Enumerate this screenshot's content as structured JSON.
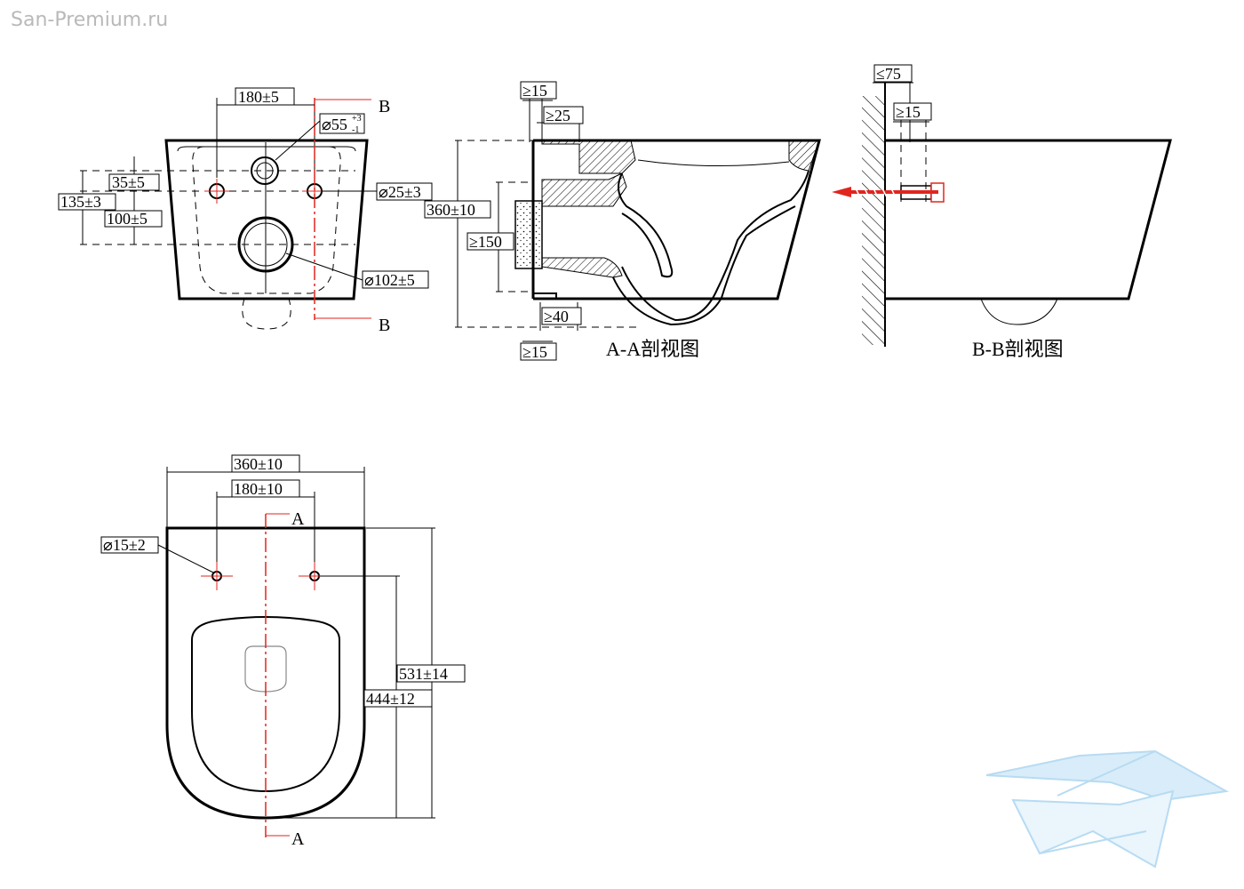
{
  "watermark": "San-Premium.ru",
  "front_view": {
    "width_dim": "180±5",
    "section_label_top": "B",
    "section_label_bottom": "B",
    "inlet_dim": "⌀55",
    "inlet_tol_upper": "+3",
    "inlet_tol_lower": "-1",
    "dim_35": "35±5",
    "dim_135": "135±3",
    "dim_100": "100±5",
    "bolt_hole_dim": "⌀25±3",
    "outlet_dim": "⌀102±5"
  },
  "section_aa": {
    "caption": "A-A剖视图",
    "height_dim": "360±10",
    "dim_15_top": "≥15",
    "dim_25": "≥25",
    "dim_150": "≥150",
    "dim_40": "≥40",
    "dim_15_bottom": "≥15"
  },
  "section_bb": {
    "caption": "B-B剖视图",
    "dim_75": "≤75",
    "dim_15": "≥15"
  },
  "top_view": {
    "width_outer": "360±10",
    "width_holes": "180±10",
    "section_label_top": "A",
    "section_label_bottom": "A",
    "hole_dim": "⌀15±2",
    "length_total": "531±14",
    "length_holes": "444±12"
  },
  "logo": {
    "name": "san-premium-logo",
    "color": "#9fd0ee"
  }
}
